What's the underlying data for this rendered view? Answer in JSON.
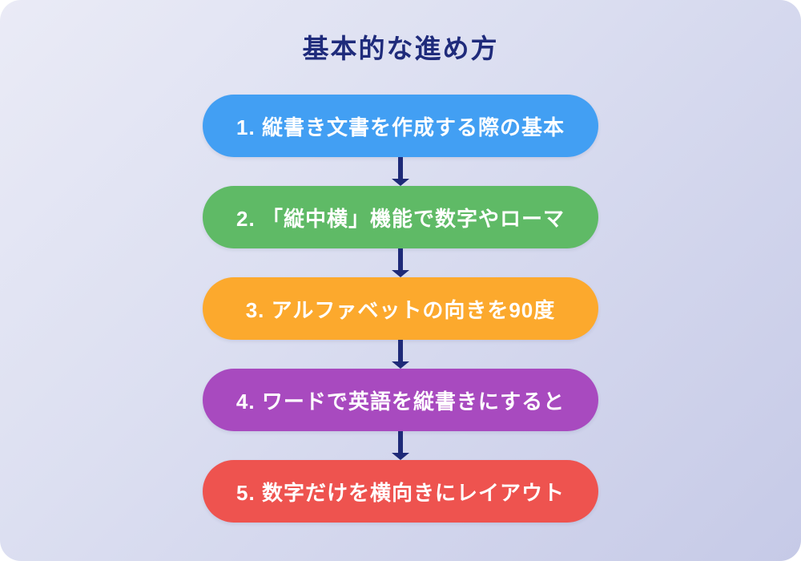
{
  "title": "基本的な進め方",
  "colors": {
    "title": "#1f2b7b",
    "arrow": "#1e2a78",
    "step_text": "#ffffff",
    "background_top_left": "#eaebf6",
    "background_bottom_right": "#c6cae7",
    "step_blue": "#429ff3",
    "step_green": "#5fba66",
    "step_orange": "#fca92d",
    "step_purple": "#a84abf",
    "step_red": "#ee534f"
  },
  "steps": [
    {
      "label": "1. 縦書き文書を作成する際の基本",
      "color": "#429ff3"
    },
    {
      "label": "2. 「縦中横」機能で数字やローマ",
      "color": "#5fba66"
    },
    {
      "label": "3. アルファベットの向きを90度",
      "color": "#fca92d"
    },
    {
      "label": "4. ワードで英語を縦書きにすると",
      "color": "#a84abf"
    },
    {
      "label": "5. 数字だけを横向きにレイアウト",
      "color": "#ee534f"
    }
  ]
}
